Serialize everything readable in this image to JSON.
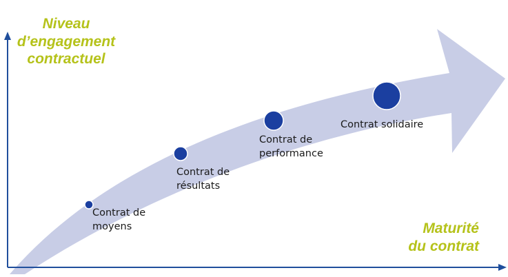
{
  "y_axis_title": {
    "line1": "Niveau",
    "line2": "d’engagement",
    "line3": "contractuel"
  },
  "x_axis_title": {
    "line1": "Maturité",
    "line2": "du contrat"
  },
  "stages": [
    {
      "line1": "Contrat de",
      "line2": "moyens"
    },
    {
      "line1": "Contrat de",
      "line2": "résultats"
    },
    {
      "line1": "Contrat de",
      "line2": "performance"
    },
    {
      "line1": "Contrat solidaire",
      "line2": ""
    }
  ],
  "colors": {
    "axis": "#1f4e9c",
    "arrow": "#c8cde6",
    "dot": "#1b3fa0",
    "title": "#b5c21a"
  }
}
